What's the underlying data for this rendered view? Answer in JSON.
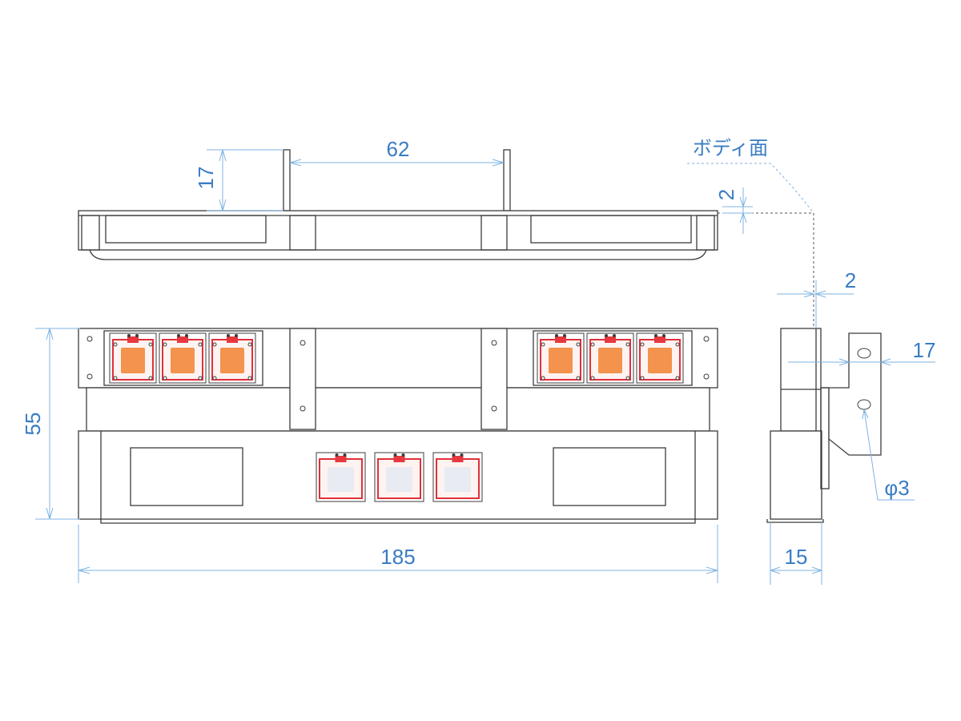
{
  "dimensions": {
    "length": "185",
    "height": "55",
    "bracket_spacing": "62",
    "bracket_height": "17",
    "top_offset": "2",
    "side_offset": "2",
    "side_bracket": "17",
    "depth": "15",
    "hole": "φ3"
  },
  "labels": {
    "body_surface": "ボディ面"
  },
  "colors": {
    "dimension": "#3a7cc4",
    "extension_line": "#7fb3e3",
    "outline": "#3c3c3c",
    "lamp_frame": "#e0303a",
    "lamp_amber": "#f3934d",
    "lamp_clear": "#e9ebf2"
  },
  "lamps": {
    "upper_left": [
      "amber",
      "amber",
      "amber"
    ],
    "upper_right": [
      "amber",
      "amber",
      "amber"
    ],
    "lower_center": [
      "clear",
      "clear",
      "clear"
    ]
  }
}
